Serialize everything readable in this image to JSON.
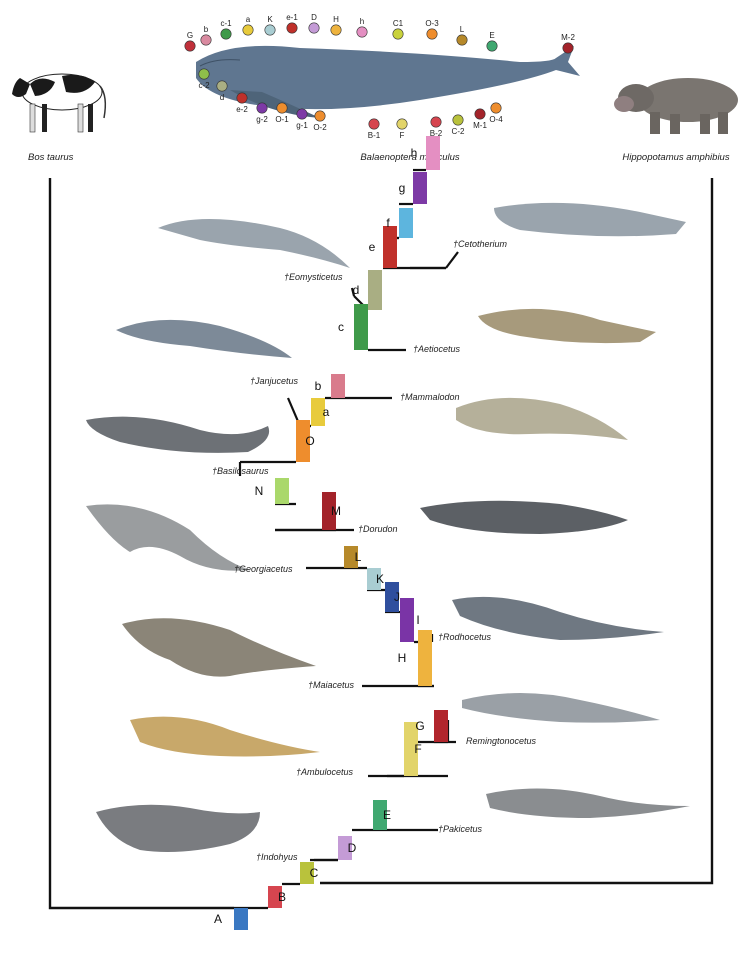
{
  "top_species": {
    "left": "Bos taurus",
    "center": "Balaenoptera musculus",
    "right": "Hippopotamus amphibius"
  },
  "nodes": [
    {
      "label": "A",
      "color": "#3a78c2"
    },
    {
      "label": "B",
      "color": "#d6454f"
    },
    {
      "label": "C",
      "color": "#b9c23c"
    },
    {
      "label": "D",
      "color": "#c49bd6"
    },
    {
      "label": "E",
      "color": "#3fa870"
    },
    {
      "label": "F",
      "color": "#e2d46a"
    },
    {
      "label": "G",
      "color": "#b1262c"
    },
    {
      "label": "H",
      "color": "#eeb33e"
    },
    {
      "label": "I",
      "color": "#7a34a6"
    },
    {
      "label": "J",
      "color": "#2f4f9e"
    },
    {
      "label": "K",
      "color": "#a9cdd2"
    },
    {
      "label": "L",
      "color": "#b6892a"
    },
    {
      "label": "M",
      "color": "#a3232a"
    },
    {
      "label": "N",
      "color": "#aad86b"
    },
    {
      "label": "O",
      "color": "#ee8d2d"
    },
    {
      "label": "a",
      "color": "#e8cb3c"
    },
    {
      "label": "b",
      "color": "#d97b8c"
    },
    {
      "label": "c",
      "color": "#3f9a4a"
    },
    {
      "label": "d",
      "color": "#a9ae83"
    },
    {
      "label": "e",
      "color": "#c0302a"
    },
    {
      "label": "f",
      "color": "#5db5de"
    },
    {
      "label": "g",
      "color": "#7d3aa6"
    },
    {
      "label": "h",
      "color": "#e48fc2"
    }
  ],
  "taxa": [
    "†Indohyus",
    "†Pakicetus",
    "†Ambulocetus",
    "Remingtonocetus",
    "†Maiacetus",
    "†Rodhocetus",
    "†Georgiacetus",
    "†Dorudon",
    "†Basilosaurus",
    "†Mammalodon",
    "†Janjucetus",
    "†Aetiocetus",
    "†Eomysticetus",
    "†Cetotherium"
  ],
  "whale_markers": [
    {
      "label": "G",
      "color": "#c0303a"
    },
    {
      "label": "b",
      "color": "#d98aa0"
    },
    {
      "label": "c-1",
      "color": "#3f9a4a"
    },
    {
      "label": "a",
      "color": "#e8cb3c"
    },
    {
      "label": "K",
      "color": "#a9cdd2"
    },
    {
      "label": "e-1",
      "color": "#c0302a"
    },
    {
      "label": "D",
      "color": "#c49bd6"
    },
    {
      "label": "H",
      "color": "#eeb33e"
    },
    {
      "label": "h",
      "color": "#e48fc2"
    },
    {
      "label": "C1",
      "color": "#c9d23c"
    },
    {
      "label": "O-3",
      "color": "#ee8d2d"
    },
    {
      "label": "L",
      "color": "#b6892a"
    },
    {
      "label": "E",
      "color": "#3fa870"
    },
    {
      "label": "M-2",
      "color": "#a3232a"
    },
    {
      "label": "c-2",
      "color": "#8fbf4a"
    },
    {
      "label": "d",
      "color": "#a9ae83"
    },
    {
      "label": "e-2",
      "color": "#c0302a"
    },
    {
      "label": "g-2",
      "color": "#7d3aa6"
    },
    {
      "label": "O-1",
      "color": "#ee8d2d"
    },
    {
      "label": "g-1",
      "color": "#7d3aa6"
    },
    {
      "label": "O-2",
      "color": "#ee8d2d"
    },
    {
      "label": "B-1",
      "color": "#d6454f"
    },
    {
      "label": "F",
      "color": "#e2d46a"
    },
    {
      "label": "B-2",
      "color": "#d6454f"
    },
    {
      "label": "C-2",
      "color": "#b9c23c"
    },
    {
      "label": "M-1",
      "color": "#a3232a"
    },
    {
      "label": "O-4",
      "color": "#ee8d2d"
    }
  ],
  "colors": {
    "line": "#111111",
    "whale": "#5f7690",
    "cow_black": "#1a1a1a",
    "hippo": "#7a7570",
    "fossil_grey": "#8a8d90"
  }
}
